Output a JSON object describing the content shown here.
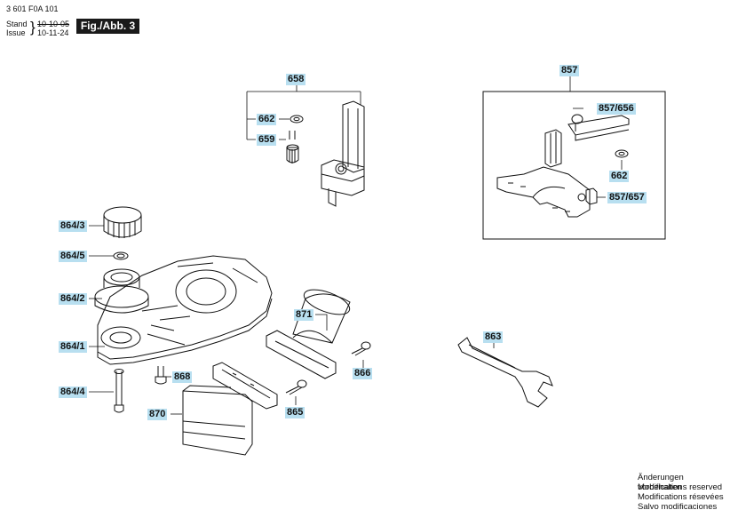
{
  "header": {
    "doc_number": "3 601 F0A 101",
    "stand_label": "Stand",
    "issue_label": "Issue",
    "date_old": "10-10-05",
    "date_new": "10-11-24",
    "figure": "Fig./Abb. 3"
  },
  "parts": {
    "p658": "658",
    "p662a": "662",
    "p659": "659",
    "p857": "857",
    "p857_656": "857/656",
    "p662b": "662",
    "p857_657": "857/657",
    "p864_3": "864/3",
    "p864_5": "864/5",
    "p864_2": "864/2",
    "p864_1": "864/1",
    "p864_4": "864/4",
    "p868": "868",
    "p870": "870",
    "p871": "871",
    "p866": "866",
    "p865": "865",
    "p863": "863"
  },
  "footer": {
    "line1": "Änderungen vorbehalten",
    "line2": "Modifications reserved",
    "line3": "Modifications résevées",
    "line4": "Salvo modificaciones"
  },
  "colors": {
    "label_bg": "#b8dff0",
    "line": "#111111"
  }
}
